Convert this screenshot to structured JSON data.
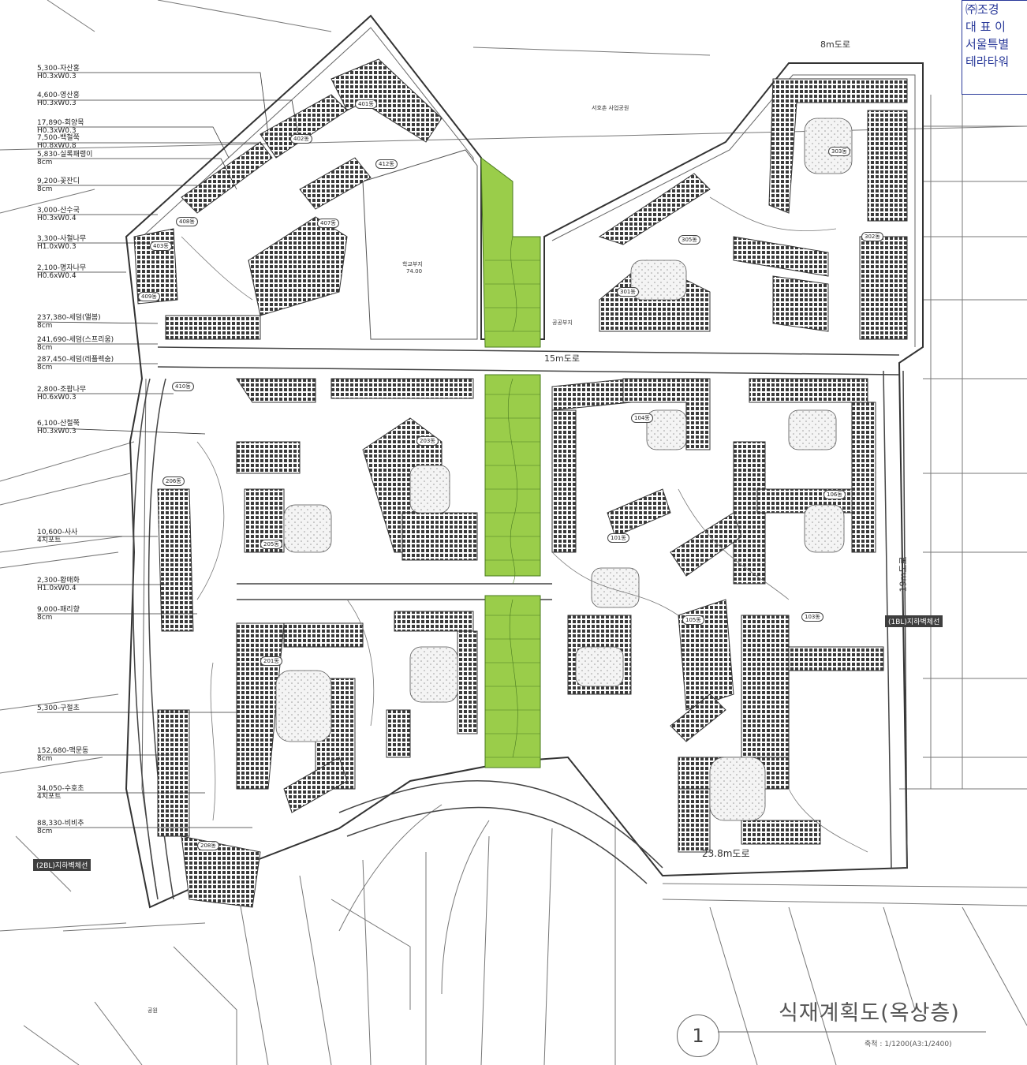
{
  "stamp": {
    "line1": "㈜조경",
    "line2": "대 표 이",
    "line3": "서울특별",
    "line4": "테라타워"
  },
  "title": "식재계획도(옥상층)",
  "drawing_number": "1",
  "scale": "축척 : 1/1200(A3:1/2400)",
  "roads": {
    "north": "8m도로",
    "middle": "15m도로",
    "south": "23.8m도로",
    "east": "19m도로"
  },
  "walls": {
    "east": "(1BL)지하벽체선",
    "west": "(2BL)지하벽체선"
  },
  "legend": [
    {
      "line1": "5,300-자산홍",
      "line2": "H0.3xW0.3"
    },
    {
      "line1": "4,600-영산홍",
      "line2": "H0.3xW0.3"
    },
    {
      "line1": "17,890-회양목",
      "line2": "H0.3xW0.3"
    },
    {
      "line1": "7,500-백철쭉",
      "line2": "H0.8xW0.8"
    },
    {
      "line1": "5,830-실록패랭이",
      "line2": "8cm"
    },
    {
      "line1": "9,200-꽃잔디",
      "line2": "8cm"
    },
    {
      "line1": "3,000-산수국",
      "line2": "H0.3xW0.4"
    },
    {
      "line1": "3,300-사철나무",
      "line2": "H1.0xW0.3"
    },
    {
      "line1": "2,100-명자나무",
      "line2": "H0.6xW0.4"
    },
    {
      "line1": "237,380-세덤(앨봄)",
      "line2": "8cm"
    },
    {
      "line1": "241,690-세덤(스프리움)",
      "line2": "8cm"
    },
    {
      "line1": "287,450-세덤(레플렉숨)",
      "line2": "8cm"
    },
    {
      "line1": "2,800-조팝나무",
      "line2": "H0.6xW0.3"
    },
    {
      "line1": "6,100-산철쭉",
      "line2": "H0.3xW0.3"
    },
    {
      "line1": "10,600-사사",
      "line2": "4치포트"
    },
    {
      "line1": "2,300-황매화",
      "line2": "H1.0xW0.4"
    },
    {
      "line1": "9,000-패리향",
      "line2": "8cm"
    },
    {
      "line1": "5,300-구절초",
      "line2": ""
    },
    {
      "line1": "152,680-맥문동",
      "line2": "8cm"
    },
    {
      "line1": "34,050-수호초",
      "line2": "4치포트"
    },
    {
      "line1": "88,330-비비추",
      "line2": "8cm"
    }
  ],
  "buildings": [
    "401동",
    "402동",
    "403동",
    "407동",
    "408동",
    "409동",
    "410동",
    "412동",
    "301동",
    "302동",
    "303동",
    "305동",
    "101동",
    "103동",
    "104동",
    "105동",
    "106동",
    "201동",
    "203동",
    "205동",
    "206동",
    "208동"
  ],
  "area_labels": {
    "school": "학교부지",
    "school_level": "74.00",
    "public": "공공부지",
    "park": "서호촌 사업공원",
    "plaza": "공원"
  },
  "colors": {
    "green_strip": "#9acd4a",
    "buildings": "#4a4a4a",
    "lines": "#555555",
    "stamp": "#2a3a9a"
  }
}
